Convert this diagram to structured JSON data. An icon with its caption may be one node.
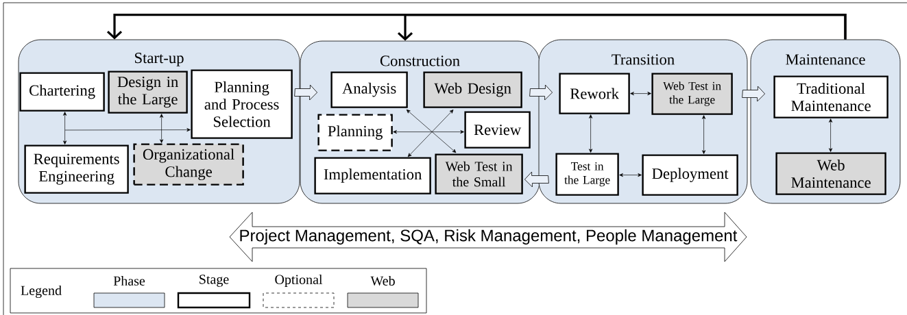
{
  "diagram": {
    "nodes": [
      {
        "text": [
          "Start-up"
        ]
      },
      {
        "text": [
          "Chartering"
        ],
        "in": 0
      },
      {
        "text": [
          "Design in the Large"
        ],
        "in": 0
      },
      {
        "text": [
          "Planning and Process Selection"
        ],
        "in": 0
      },
      {
        "text": [
          "Requirements Engineering"
        ],
        "in": 0
      },
      {
        "text": [
          "Organizational Change"
        ],
        "in": 0
      },
      {
        "text": [
          "Construction"
        ]
      },
      {
        "text": [
          "Analysis"
        ],
        "in": 6
      },
      {
        "text": [
          "Web Design"
        ],
        "in": 6
      },
      {
        "text": [
          "Planning"
        ],
        "in": 6
      },
      {
        "text": [
          "Review"
        ],
        "in": 6
      },
      {
        "text": [
          "Implementation"
        ],
        "in": 6
      },
      {
        "text": [
          "Web Test in the Small"
        ],
        "in": 6
      },
      {
        "text": [
          "Transition"
        ]
      },
      {
        "text": [
          "Rework"
        ],
        "in": 13
      },
      {
        "text": [
          "Web Test in the Large"
        ],
        "in": 13
      },
      {
        "text": [
          "Test in the Large"
        ],
        "in": 13
      },
      {
        "text": [
          "Deployment"
        ],
        "in": 13
      },
      {
        "text": [
          "Maintenance"
        ]
      },
      {
        "text": [
          "Traditional Maintenance"
        ],
        "in": 18
      },
      {
        "text": [
          "Web Maintenance"
        ],
        "in": 18
      },
      {
        "text": [
          "Project Management, SQA, Risk Management, People Management"
        ]
      }
    ],
    "edges": [
      {
        "from": 1,
        "to": 4,
        "arrow": "both"
      },
      {
        "from": null,
        "to": 3,
        "arrow": "to"
      },
      {
        "from": 2,
        "to": 5,
        "arrow": "both"
      },
      {
        "from": 0,
        "to": 6,
        "arrow": "to"
      },
      {
        "from": 7,
        "to": 12,
        "arrow": "both"
      },
      {
        "from": 8,
        "to": 11,
        "arrow": "both"
      },
      {
        "from": 9,
        "to": 10,
        "arrow": "both"
      },
      {
        "from": 6,
        "to": 13,
        "arrow": "to"
      },
      {
        "from": 13,
        "to": 6,
        "arrow": "to"
      },
      {
        "from": 14,
        "to": 15,
        "arrow": "both"
      },
      {
        "from": 14,
        "to": 16,
        "arrow": "both"
      },
      {
        "from": 15,
        "to": 17,
        "arrow": "both"
      },
      {
        "from": 16,
        "to": 17,
        "arrow": "both"
      },
      {
        "from": 13,
        "to": 18,
        "arrow": "to"
      },
      {
        "from": 19,
        "to": 20,
        "arrow": "both"
      },
      {
        "from": 18,
        "to": 0,
        "arrow": "to",
        "style": "thick"
      },
      {
        "from": 18,
        "to": 6,
        "arrow": "to",
        "style": "thick"
      }
    ],
    "labels": [
      "Legend"
    ],
    "legend": [
      {
        "text": "Phase"
      },
      {
        "text": "Stage"
      },
      {
        "text": "Optional"
      },
      {
        "text": "Web",
        "color": "#d9d9d9"
      }
    ]
  }
}
